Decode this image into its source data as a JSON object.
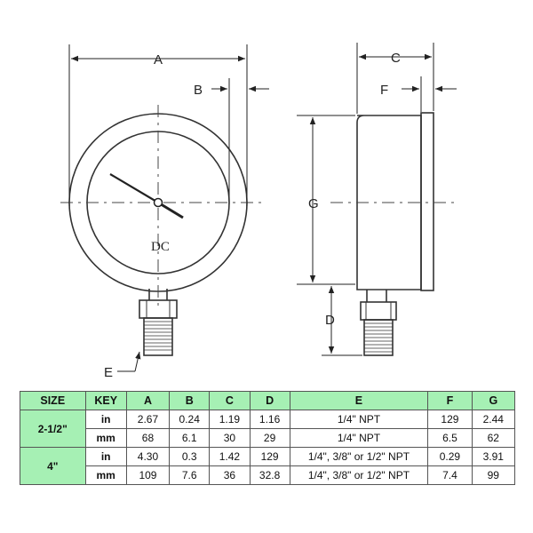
{
  "diagram": {
    "labels": {
      "A": "A",
      "B": "B",
      "C": "C",
      "D": "D",
      "E": "E",
      "F": "F",
      "G": "G",
      "dial_mark": "DC"
    }
  },
  "table": {
    "headers": [
      "SIZE",
      "KEY",
      "A",
      "B",
      "C",
      "D",
      "E",
      "F",
      "G"
    ],
    "groups": [
      {
        "size": "2-1/2\"",
        "rows": [
          {
            "key": "in",
            "values": [
              "2.67",
              "0.24",
              "1.19",
              "1.16",
              "1/4\" NPT",
              "129",
              "2.44"
            ]
          },
          {
            "key": "mm",
            "values": [
              "68",
              "6.1",
              "30",
              "29",
              "1/4\" NPT",
              "6.5",
              "62"
            ]
          }
        ]
      },
      {
        "size": "4\"",
        "rows": [
          {
            "key": "in",
            "values": [
              "4.30",
              "0.3",
              "1.42",
              "129",
              "1/4\", 3/8\" or 1/2\" NPT",
              "0.29",
              "3.91"
            ]
          },
          {
            "key": "mm",
            "values": [
              "109",
              "7.6",
              "36",
              "32.8",
              "1/4\", 3/8\" or 1/2\" NPT",
              "7.4",
              "99"
            ]
          }
        ]
      }
    ],
    "colors": {
      "header_bg": "#a6f0b4",
      "border": "#555555"
    }
  }
}
